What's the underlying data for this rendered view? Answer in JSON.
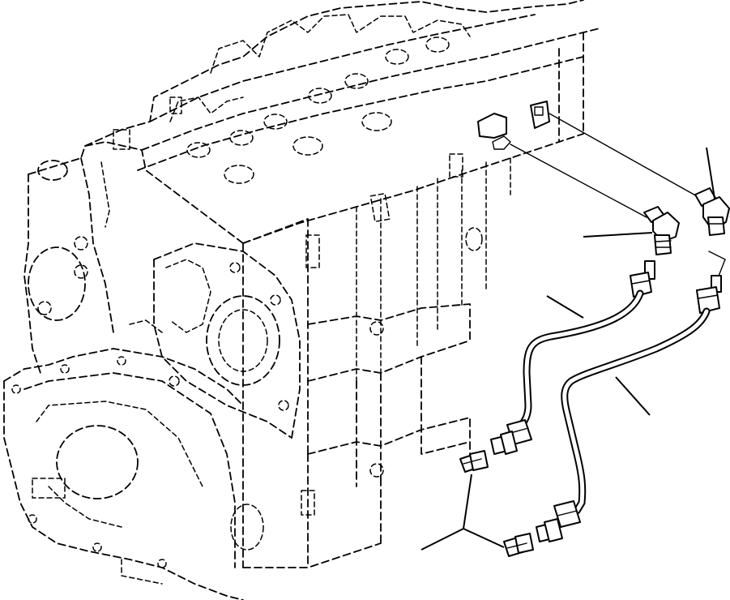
{
  "diagram": {
    "parts": [
      {
        "id": "engine-block",
        "label": ""
      },
      {
        "id": "elbow-fitting-left",
        "label": ""
      },
      {
        "id": "elbow-fitting-right",
        "label": ""
      },
      {
        "id": "oil-tube-left",
        "label": ""
      },
      {
        "id": "oil-tube-right",
        "label": ""
      },
      {
        "id": "connector-left",
        "label": ""
      },
      {
        "id": "connector-right",
        "label": ""
      },
      {
        "id": "adapter-pair",
        "label": ""
      }
    ],
    "callouts": []
  }
}
